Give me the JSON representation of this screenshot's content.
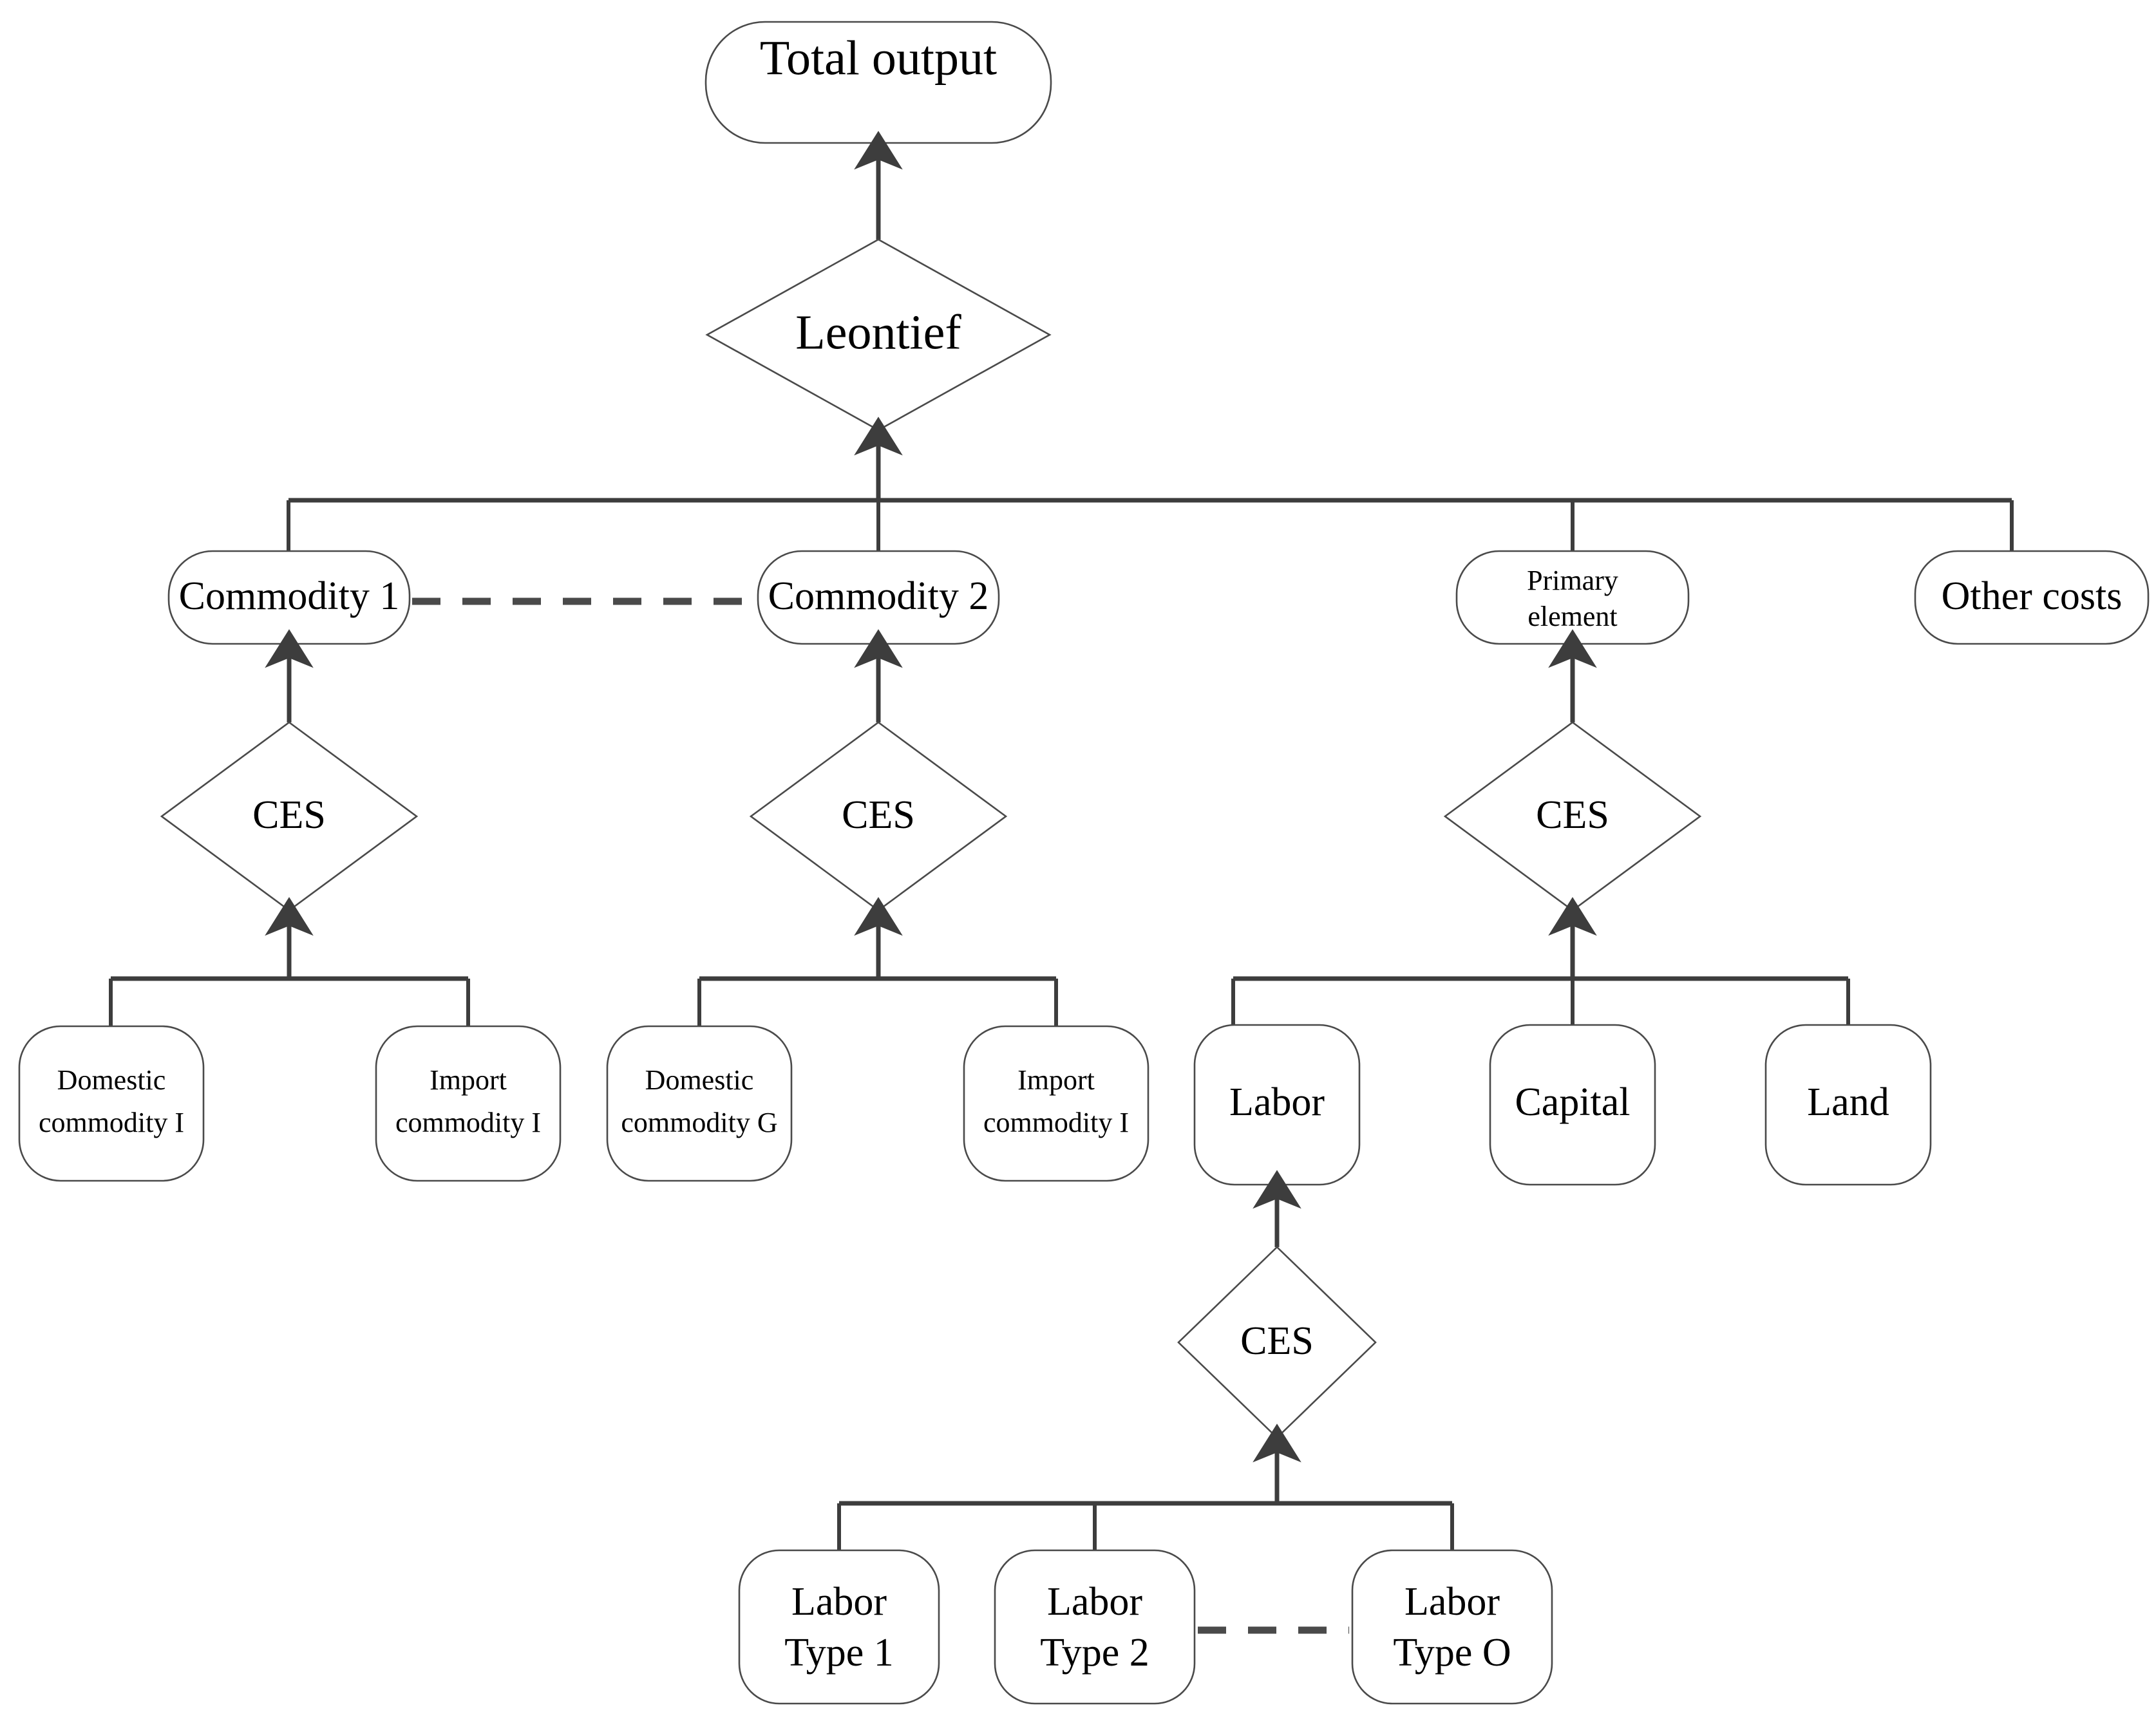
{
  "diagram": {
    "title": "Nested production structure (CES / Leontief tree)",
    "colors": {
      "node_stroke": "#4a4a4a",
      "connector": "#3d3d3d",
      "background": "#ffffff",
      "text": "#000000"
    },
    "nodes": {
      "total_output": "Total output",
      "leontief": "Leontief",
      "commodity_1": "Commodity 1",
      "commodity_2": "Commodity 2",
      "primary_element_line1": "Primary",
      "primary_element_line2": "element",
      "other_costs": "Other costs",
      "ces_commodity_1": "CES",
      "ces_commodity_2": "CES",
      "ces_primary": "CES",
      "ces_labor": "CES",
      "domestic_commodity_i_line1": "Domestic",
      "domestic_commodity_i_line2": "commodity I",
      "import_commodity_i_line1": "Import",
      "import_commodity_i_line2": "commodity I",
      "domestic_commodity_g_line1": "Domestic",
      "domestic_commodity_g_line2": "commodity G",
      "import_commodity_i2_line1": "Import",
      "import_commodity_i2_line2": "commodity I",
      "labor": "Labor",
      "capital": "Capital",
      "land": "Land",
      "labor_type_1_line1": "Labor",
      "labor_type_1_line2": "Type 1",
      "labor_type_2_line1": "Labor",
      "labor_type_2_line2": "Type 2",
      "labor_type_o_line1": "Labor",
      "labor_type_o_line2": "Type O"
    }
  }
}
